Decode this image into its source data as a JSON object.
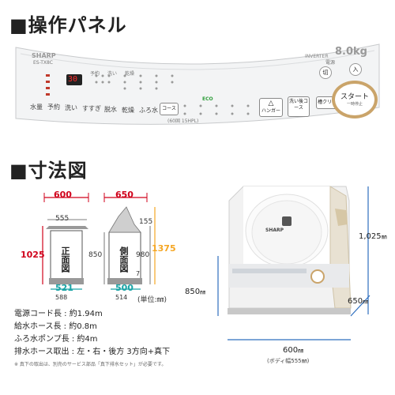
{
  "titles": {
    "panel": "■操作パネル",
    "dimensions": "■寸法図"
  },
  "panel": {
    "brand": "SHARP",
    "model": "ES-TX8C",
    "inverter": "INVERTER",
    "capacity": "8.0kg",
    "display_value": "30",
    "power_label": "電源",
    "power_on": "入",
    "power_off": "切",
    "start_label": "スタート",
    "start_sub": "一時停止",
    "course_label": "コース",
    "hanger_label": "ハンガー",
    "araini_label": "洗い後コース",
    "clean_label": "槽クリーン",
    "bottom_buttons": [
      "水量",
      "予約",
      "洗い",
      "すすぎ",
      "脱水",
      "乾燥",
      "ふろ水"
    ],
    "small_labels": [
      "予約",
      "洗い",
      "乾燥"
    ],
    "eco_label": "ECO",
    "minutes_label": "(60固 15HPL)"
  },
  "dimensions": {
    "front": {
      "width_top": "600",
      "inner_width": "555",
      "height": "1025",
      "base_width": "521",
      "base_outer": "588",
      "label": "正面図"
    },
    "side": {
      "width_top": "650",
      "offset_top": "155",
      "height_inner": "850",
      "height_total": "980",
      "max_height": "1375",
      "base_width": "500",
      "base_outer": "514",
      "small": "7",
      "label": "側面図"
    },
    "unit": "(単位:㎜)"
  },
  "specs": [
    "電源コード長 : 約1.94m",
    "給水ホース長 : 約0.8m",
    "ふろ水ポンプ長 : 約4m",
    "排水ホース取出 : 左・右・後方 3方向+真下"
  ],
  "note": "※ 真下の取出は、別売のサービス部品「真下排水セット」が必要です。",
  "photo": {
    "height": "1,025",
    "unit_mm": "㎜",
    "depth": "850",
    "side": "650",
    "width": "600",
    "body_width": "(ボディ幅555㎜)",
    "brand": "SHARP"
  }
}
